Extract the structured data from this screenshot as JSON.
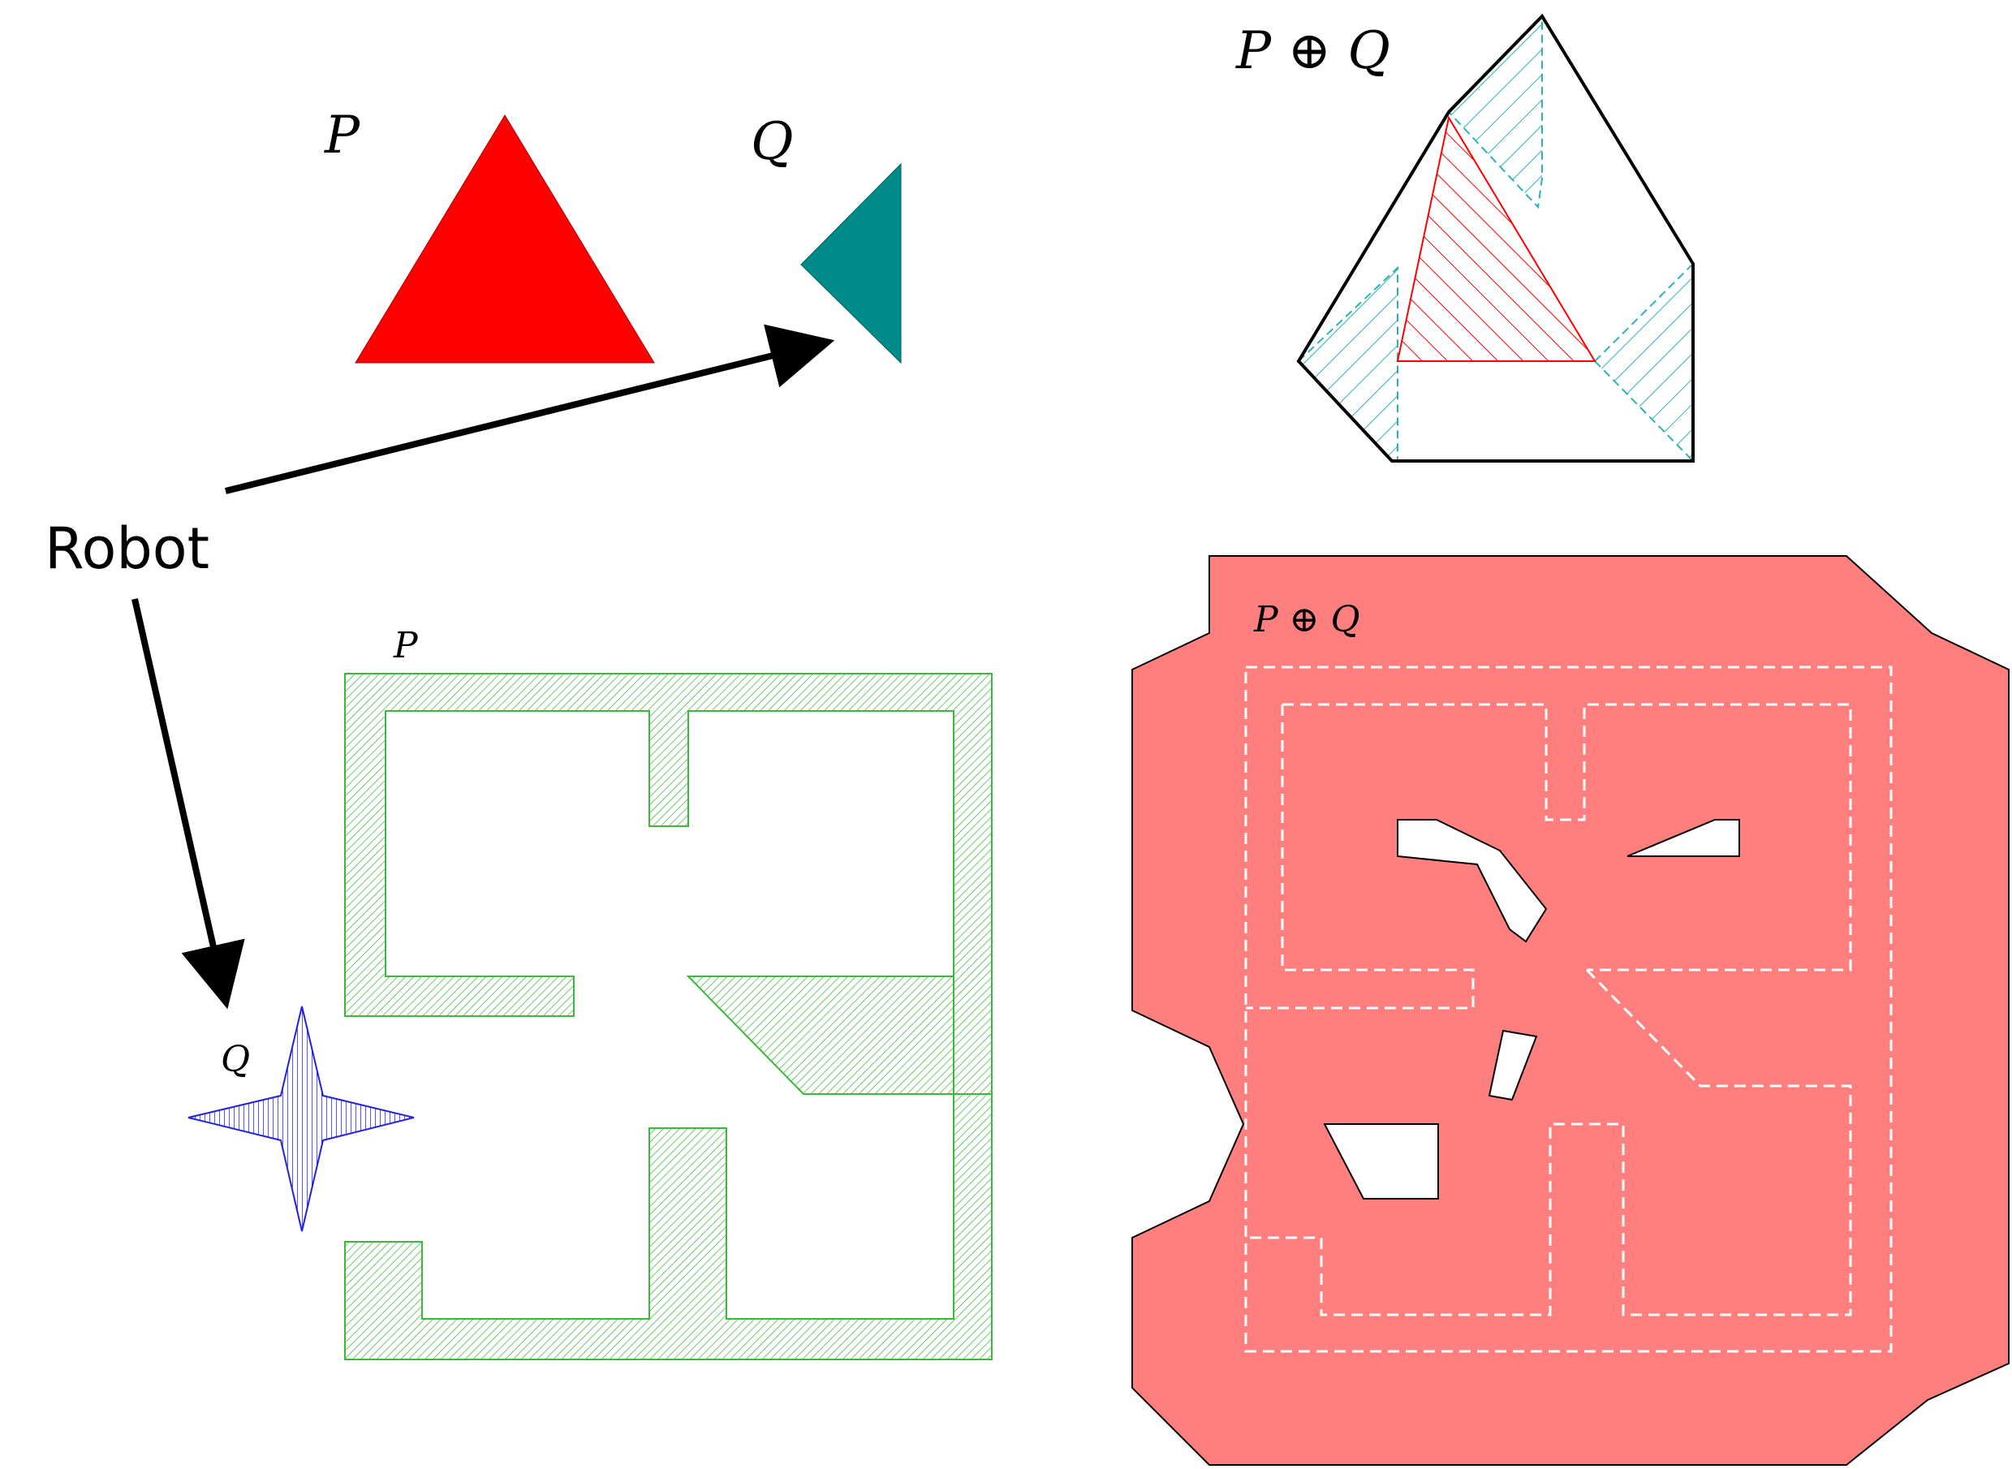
{
  "labels": {
    "top_p": "P",
    "top_q": "Q",
    "top_sum": "P ⊕ Q",
    "robot": "Robot",
    "bottom_p": "P",
    "bottom_q": "Q",
    "bottom_sum": "P ⊕ Q"
  },
  "colors": {
    "triangle_p": "#ff0000",
    "triangle_q": "#008b8b",
    "minkowski_hatch_p": "#ff0000",
    "minkowski_hatch_q": "#2bb3b3",
    "maze_hatch": "#3cb83c",
    "star_hatch": "#2222dd",
    "cspace_fill": "#ff7f7f",
    "path_dash": "#ffffff",
    "outline": "#000000"
  }
}
